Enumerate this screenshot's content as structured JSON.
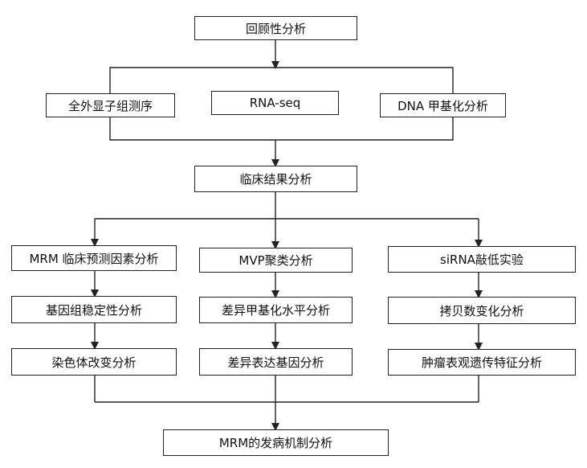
{
  "diagram": {
    "top": "回顾性分析",
    "sequencing": [
      "全外显子组测序",
      "RNA-seq",
      "DNA 甲基化分析"
    ],
    "clinical": "临床结果分析",
    "columns": [
      [
        "MRM 临床预测因素分析",
        "基因组稳定性分析",
        "染色体改变分析"
      ],
      [
        "MVP聚类分析",
        "差异甲基化水平分析",
        "差异表达基因分析"
      ],
      [
        "siRNA敲低实验",
        "拷贝数变化分析",
        "肿瘤表观遗传特征分析"
      ]
    ],
    "bottom": "MRM的发病机制分析"
  }
}
